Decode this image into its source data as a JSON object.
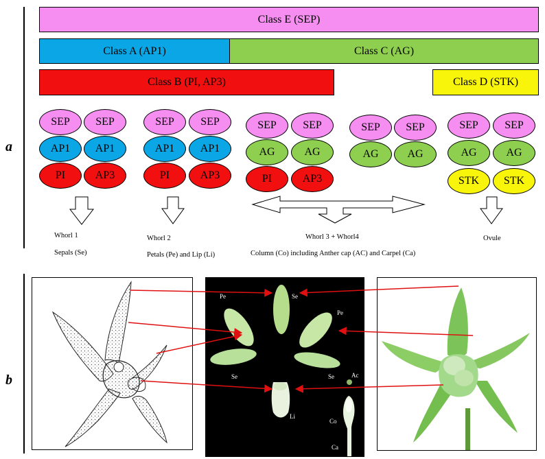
{
  "panel_labels": {
    "a": "a",
    "b": "b"
  },
  "colors": {
    "class_e": "#f58ef0",
    "class_a": "#0aa6e6",
    "class_c": "#8fcf4f",
    "class_b": "#f20f0f",
    "class_d": "#f8f40a"
  },
  "classes": {
    "e": "Class E (SEP)",
    "a": "Class A (AP1)",
    "c": "Class C (AG)",
    "b": "Class B (PI, AP3)",
    "d": "Class D (STK)"
  },
  "columns": [
    {
      "rows": [
        [
          "SEP",
          "SEP"
        ],
        [
          "AP1",
          "AP1"
        ],
        [
          "PI",
          "AP3"
        ]
      ],
      "whorl": "Whorl 1",
      "organ": "Sepals (Se)"
    },
    {
      "rows": [
        [
          "SEP",
          "SEP"
        ],
        [
          "AP1",
          "AP1"
        ],
        [
          "PI",
          "AP3"
        ]
      ],
      "whorl": "Whorl 2",
      "organ": "Petals (Pe) and Lip (Li)"
    },
    {
      "rows": [
        [
          "SEP",
          "SEP"
        ],
        [
          "AG",
          "AG"
        ],
        [
          "PI",
          "AP3"
        ]
      ],
      "whorl": "Whorl 3 + Whorl4",
      "organ": "Column (Co) including Anther cap (AC) and Carpel (Ca)"
    },
    {
      "rows": [
        [
          "SEP",
          "SEP"
        ],
        [
          "AG",
          "AG"
        ]
      ]
    },
    {
      "rows": [
        [
          "SEP",
          "SEP"
        ],
        [
          "AG",
          "AG"
        ],
        [
          "STK",
          "STK"
        ]
      ],
      "whorl": "Ovule"
    }
  ],
  "photo_labels": {
    "se_top": "Se",
    "pe_left": "Pe",
    "pe_right": "Pe",
    "se_left": "Se",
    "se_right": "Se",
    "ac": "Ac",
    "li": "Li",
    "co": "Co",
    "ca": "Ca"
  }
}
